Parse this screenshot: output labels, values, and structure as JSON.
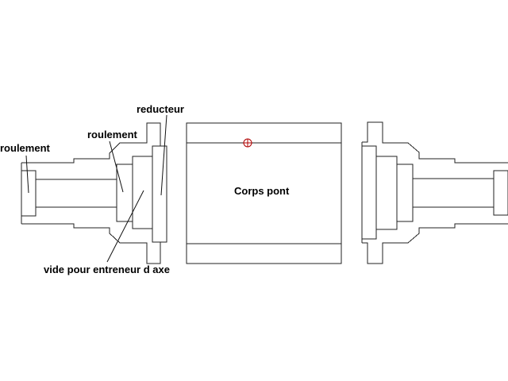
{
  "labels": {
    "reducer": "reducteur",
    "bearing_inner": "roulement",
    "bearing_outer": "roulement",
    "axle_body": "Corps pont",
    "void": "vide pour entreneur d axe"
  },
  "colors": {
    "lines": "#222222",
    "marker": "#b00000"
  }
}
